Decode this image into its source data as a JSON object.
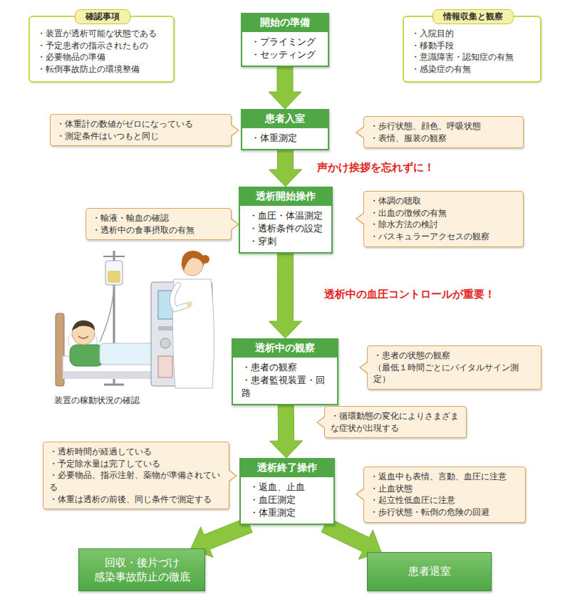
{
  "diagram": {
    "nodes": [
      {
        "text": [
          "確認事項",
          "・装置が透析可能な状態である",
          "・予定患者の指示されたもの",
          "・必要物品の準備",
          "・転倒事故防止の環境整備"
        ]
      },
      {
        "text": [
          "開始の準備",
          "・プライミング",
          "・セッティング"
        ]
      },
      {
        "text": [
          "情報収集と観察",
          "・入院目的",
          "・移動手段",
          "・意識障害・認知症の有無",
          "・感染症の有無"
        ]
      },
      {
        "text": [
          "・体重計の数値がゼロになっている",
          "・測定条件はいつもと同じ"
        ]
      },
      {
        "text": [
          "患者入室",
          "・体重測定"
        ]
      },
      {
        "text": [
          "・歩行状態、顔色、呼吸状態",
          "・表情、服装の観察"
        ]
      },
      {
        "text": [
          "・輸液・輸血の確認",
          "・透析中の食事摂取の有無"
        ]
      },
      {
        "text": [
          "透析開始操作",
          "・血圧・体温測定",
          "・透析条件の設定",
          "・穿刺"
        ]
      },
      {
        "text": [
          "・体調の聴取",
          "・出血の徴候の有無",
          "・除水方法の検討",
          "・バスキュラーアクセスの観察"
        ]
      },
      {
        "text": [
          "透析中の観察",
          "・患者の観察",
          "・患者監視装置・回路"
        ]
      },
      {
        "text": [
          "・患者の状態の観察",
          "（最低１時間ごとにバイタルサイン測定）"
        ]
      },
      {
        "text": [
          "・循環動態の変化によりさまざまな症状が出現する"
        ]
      },
      {
        "text": [
          "・透析時間が経過している",
          "・予定除水量は完了している",
          "・必要物品、指示注射、薬物が準備されている",
          "・体重は透析の前後、同じ条件で測定する"
        ]
      },
      {
        "text": [
          "透析終了操作",
          "・返血、止血",
          "・血圧測定",
          "・体重測定"
        ]
      },
      {
        "text": [
          "・返血中も表情、言動、血圧に注意",
          "・止血状態",
          "・起立性低血圧に注意",
          "・歩行状態・転倒の危険の回避"
        ]
      },
      {
        "text": [
          "回収・後片づけ",
          "感染事故防止の徹底"
        ]
      },
      {
        "text": [
          "患者退室"
        ]
      }
    ],
    "edges": [
      {
        "from": 1,
        "to": 4,
        "arrow": "to"
      },
      {
        "from": 4,
        "to": 7,
        "arrow": "to"
      },
      {
        "from": 7,
        "to": 9,
        "arrow": "to"
      },
      {
        "from": 9,
        "to": 13,
        "arrow": "to"
      },
      {
        "from": 13,
        "to": 15,
        "arrow": "to"
      },
      {
        "from": 13,
        "to": 16,
        "arrow": "to"
      }
    ],
    "labels": [
      "声かけ挨拶を忘れずに！",
      "透析中の血圧コントロールが重要！",
      "装置の稼動状況の確認"
    ]
  }
}
